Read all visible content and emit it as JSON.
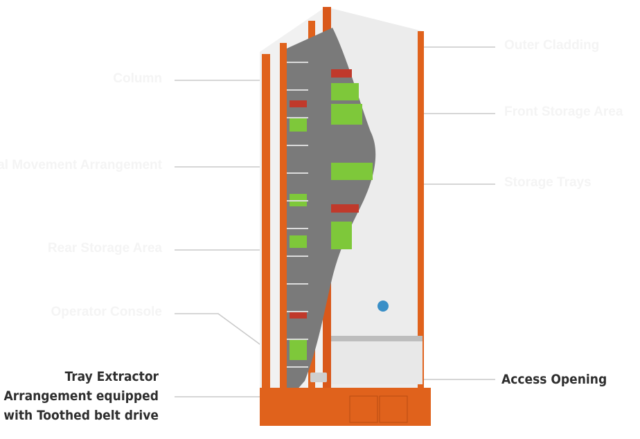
{
  "labels_left": [
    {
      "text": "Column"
    },
    {
      "text": "Vertical Movement Arrangement"
    },
    {
      "text": "Rear Storage Area"
    },
    {
      "text": "Operator Console"
    }
  ],
  "labels_right": [
    {
      "text": "Outer Cladding"
    },
    {
      "text": "Front Storage Area"
    },
    {
      "text": "Storage Trays"
    }
  ],
  "tray_extractor": {
    "line1": "Tray Extractor",
    "line2": "Arrangement equipped",
    "line3": "with Toothed belt drive"
  },
  "access_opening": "Access Opening",
  "colors": {
    "frame": "#e0621c",
    "cladding": "#eeeeee",
    "trays": "#7ec83a",
    "label": "#2e2e2e",
    "leader": "#c8c8c8"
  }
}
